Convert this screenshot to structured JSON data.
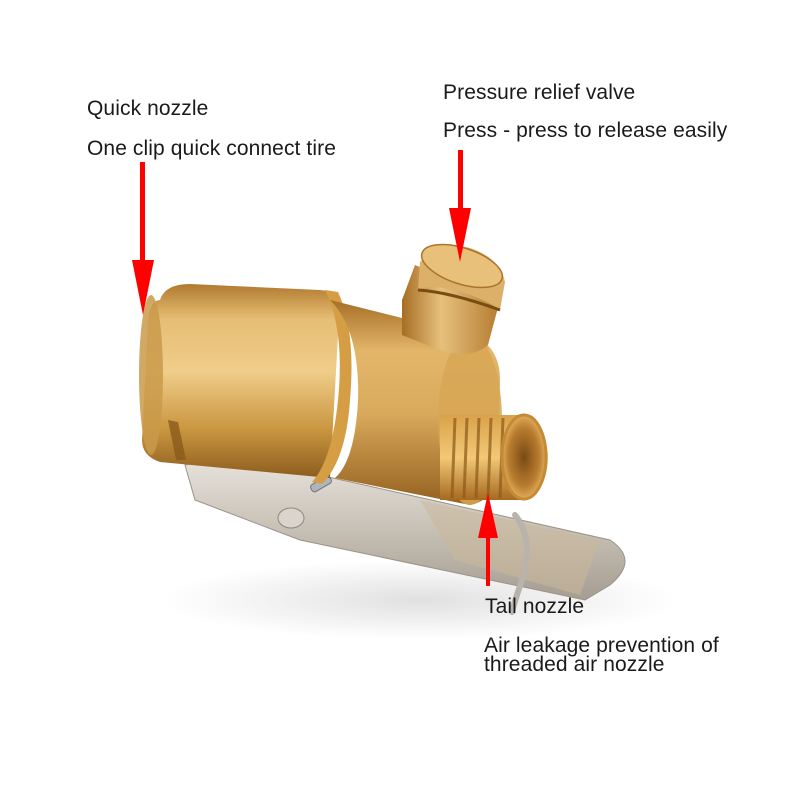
{
  "annotations": {
    "quick_nozzle": {
      "title": "Quick nozzle",
      "description": "One clip quick connect tire"
    },
    "pressure_relief_valve": {
      "title": "Pressure relief valve",
      "description": "Press - press to release easily"
    },
    "tail_nozzle": {
      "title": "Tail nozzle",
      "description_line1": "Air leakage prevention of",
      "description_line2": "threaded air nozzle"
    }
  },
  "colors": {
    "arrow": "#ff0000",
    "brass_light": "#e8c07a",
    "brass_mid": "#c8963e",
    "brass_dark": "#8a5a1c",
    "steel": "#c9c4bc",
    "text": "#1a1a1a",
    "background": "#ffffff"
  },
  "icons": {
    "arrow_down": "arrow-down-icon",
    "arrow_up": "arrow-up-icon"
  }
}
